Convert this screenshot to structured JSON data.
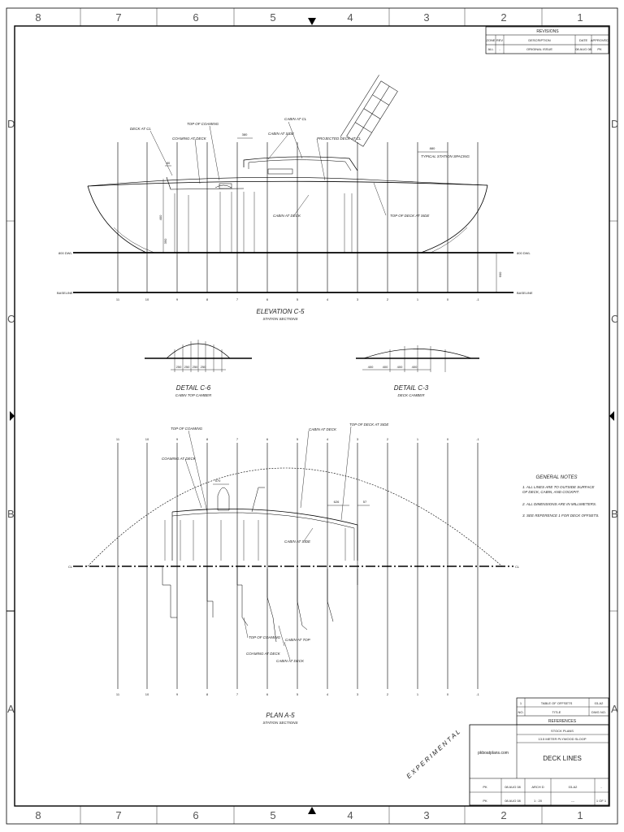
{
  "zones": {
    "columns": [
      "8",
      "7",
      "6",
      "5",
      "4",
      "3",
      "2",
      "1"
    ],
    "rows": [
      "D",
      "C",
      "B",
      "A"
    ]
  },
  "revisions": {
    "title": "REVISIONS",
    "headers": [
      "ZONE",
      "REV",
      "DESCRIPTION",
      "DATE",
      "APPROVED"
    ],
    "row": [
      "ALL",
      "-",
      "ORIGINAL ISSUE",
      "08 AUG 08",
      "PK"
    ]
  },
  "stations": [
    "11",
    "10",
    "9",
    "8",
    "7",
    "6",
    "5",
    "4",
    "3",
    "2",
    "1",
    "0",
    "-1"
  ],
  "elevation": {
    "title": "ELEVATION C-5",
    "subtitle": "STATION SECTIONS",
    "dwl_label": "800 DWL",
    "baseline_label": "BASELINE",
    "callouts": {
      "deck_at_cl": "DECK AT CL",
      "top_of_coaming": "TOP OF COAMING",
      "coaming_at_deck": "COAMING AT DECK",
      "cabin_at_cl": "CABIN AT CL",
      "cabin_at_side": "CABIN AT SIDE",
      "projected_deck": "PROJECTED DECK AT CL",
      "cabin_at_deck": "CABIN AT DECK",
      "top_of_deck_at_side": "TOP OF DECK AT SIDE",
      "typical_spacing_value": "880",
      "typical_spacing": "TYPICAL STATION SPACING"
    },
    "dims": {
      "d80": "80",
      "d380": "380",
      "d600": "600",
      "d400": "400",
      "d390": "390"
    }
  },
  "detail_c6": {
    "title": "DETAIL C-6",
    "subtitle": "CABIN TOP CAMBER",
    "dims": [
      "250",
      "250",
      "250",
      "250"
    ]
  },
  "detail_c3": {
    "title": "DETAIL C-3",
    "subtitle": "DECK CAMBER",
    "dims": [
      "400",
      "400",
      "400",
      "400"
    ]
  },
  "plan": {
    "title": "PLAN A-5",
    "subtitle": "STATION SECTIONS",
    "cl": "CL",
    "callouts": {
      "top_of_coaming": "TOP OF COAMING",
      "coaming_at_deck": "COAMING AT DECK",
      "cabin_at_deck": "CABIN AT DECK",
      "top_of_deck_at_side": "TOP OF DECK AT SIDE",
      "cabin_at_side": "CABIN AT SIDE",
      "top_of_coaming_2": "TOP OF COAMING",
      "coaming_at_deck_2": "COAMING AT DECK",
      "cabin_at_top": "CABIN AT TOP",
      "cabin_at_deck_2": "CABIN AT DECK"
    },
    "dims": {
      "d570": "570",
      "d626": "626",
      "d57": "57"
    }
  },
  "general_notes": {
    "title": "GENERAL NOTES",
    "items": [
      "1.  ALL LINES ARE TO OUTSIDE SURFACE",
      "     OF DECK, CABIN, AND COCKPIT.",
      "2.  ALL DIMENSIONS ARE IN MILLIMETERS.",
      "3.  SEE REFERENCE 1 FOR DECK OFFSETS."
    ]
  },
  "references": {
    "row1": [
      "1",
      "TABLE OF OFFSETS",
      "03-A2"
    ],
    "row2": [
      "NO.",
      "TITLE",
      "DWG NO."
    ],
    "title": "REFERENCES"
  },
  "title_block": {
    "website": "pkboatplans.com",
    "stock_plans": "STOCK PLANS",
    "boat": "13.5 METER PLYWOOD SLOOP",
    "drawing_title": "DECK LINES",
    "drawn_by": "PK",
    "drawn_date": "08 AUG 08",
    "size": "ARCH D",
    "dwg_no": "03-A2",
    "rev": "-",
    "checked_by": "PK",
    "checked_date": "08 AUG 08",
    "scale": "1 : 20",
    "weight": "---",
    "sheet": "1 OF 1"
  },
  "stamp": "E X P E R I M E N T A L"
}
